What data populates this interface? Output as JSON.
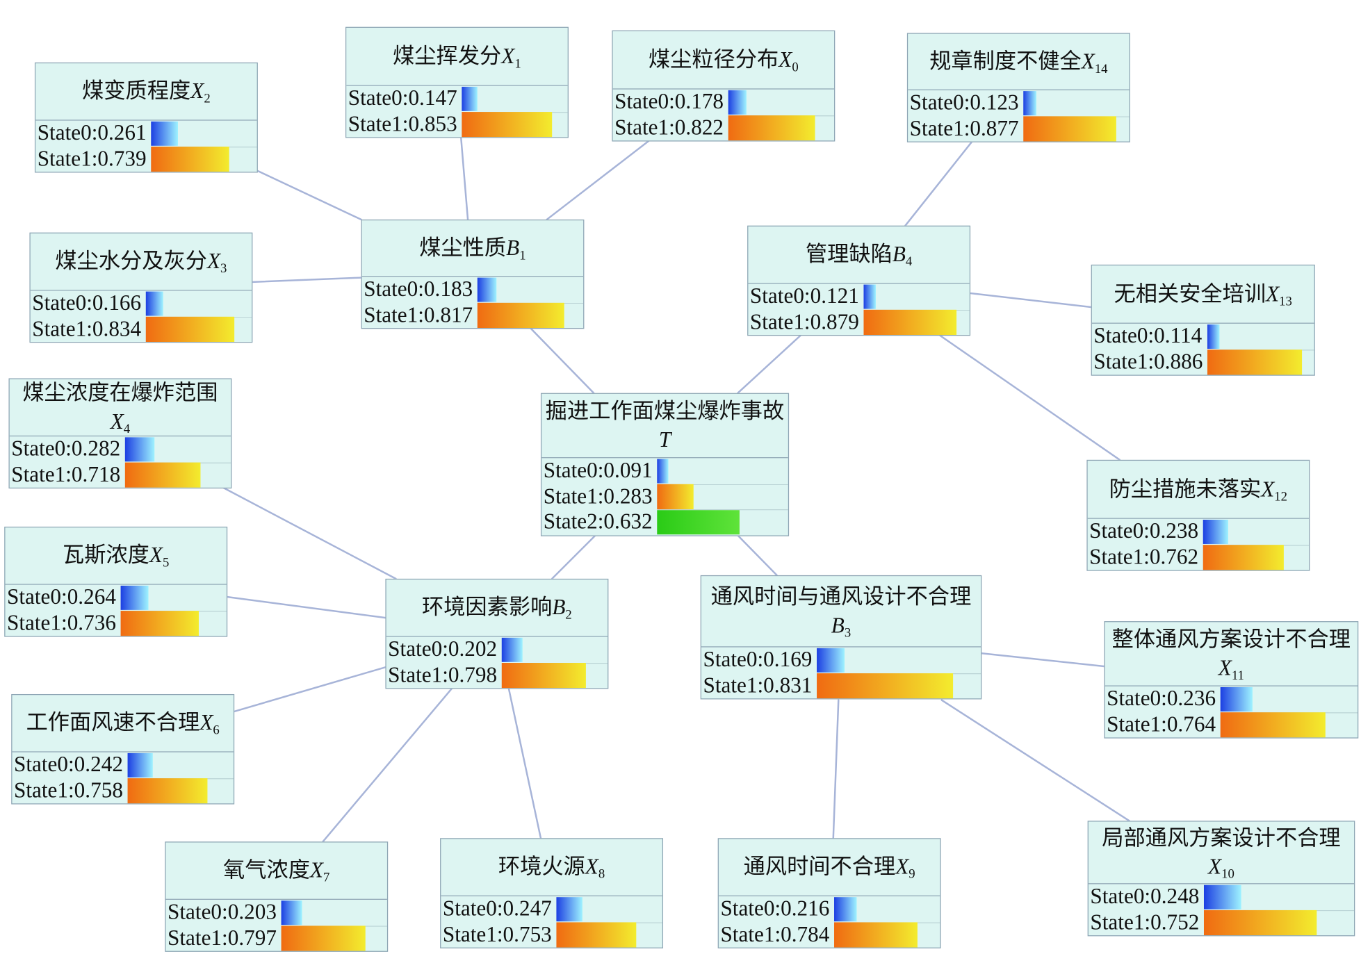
{
  "colors": {
    "node_fill": "#ddf5f2",
    "node_border": "#8ea5b4",
    "edge": "#a7b4d8",
    "state_bars": [
      [
        "#1c3fe2",
        "#9ef2ff"
      ],
      [
        "#f06b12",
        "#f3ec2e"
      ],
      [
        "#2acb16",
        "#5fe33a"
      ]
    ]
  },
  "nodes": [
    {
      "label": "煤变质程度",
      "symbol": "X",
      "sub": "2",
      "states": [
        {
          "state": "State0",
          "p": 0.261
        },
        {
          "state": "State1",
          "p": 0.739
        }
      ]
    },
    {
      "label": "煤尘挥发分",
      "symbol": "X",
      "sub": "1",
      "states": [
        {
          "state": "State0",
          "p": 0.147
        },
        {
          "state": "State1",
          "p": 0.853
        }
      ]
    },
    {
      "label": "煤尘粒径分布",
      "symbol": "X",
      "sub": "0",
      "states": [
        {
          "state": "State0",
          "p": 0.178
        },
        {
          "state": "State1",
          "p": 0.822
        }
      ]
    },
    {
      "label": "规章制度不健全",
      "symbol": "X",
      "sub": "14",
      "states": [
        {
          "state": "State0",
          "p": 0.123
        },
        {
          "state": "State1",
          "p": 0.877
        }
      ]
    },
    {
      "label": "煤尘水分及灰分",
      "symbol": "X",
      "sub": "3",
      "states": [
        {
          "state": "State0",
          "p": 0.166
        },
        {
          "state": "State1",
          "p": 0.834
        }
      ]
    },
    {
      "label": "煤尘性质",
      "symbol": "B",
      "sub": "1",
      "states": [
        {
          "state": "State0",
          "p": 0.183
        },
        {
          "state": "State1",
          "p": 0.817
        }
      ]
    },
    {
      "label": "管理缺陷",
      "symbol": "B",
      "sub": "4",
      "states": [
        {
          "state": "State0",
          "p": 0.121
        },
        {
          "state": "State1",
          "p": 0.879
        }
      ]
    },
    {
      "label": "无相关安全培训",
      "symbol": "X",
      "sub": "13",
      "states": [
        {
          "state": "State0",
          "p": 0.114
        },
        {
          "state": "State1",
          "p": 0.886
        }
      ]
    },
    {
      "label": "煤尘浓度在爆炸范围",
      "symbol": "X",
      "sub": "4",
      "states": [
        {
          "state": "State0",
          "p": 0.282
        },
        {
          "state": "State1",
          "p": 0.718
        }
      ]
    },
    {
      "label": "掘进工作面煤尘爆炸事故",
      "symbol": "T",
      "states": [
        {
          "state": "State0",
          "p": 0.091
        },
        {
          "state": "State1",
          "p": 0.283
        },
        {
          "state": "State2",
          "p": 0.632
        }
      ]
    },
    {
      "label": "防尘措施未落实",
      "symbol": "X",
      "sub": "12",
      "states": [
        {
          "state": "State0",
          "p": 0.238
        },
        {
          "state": "State1",
          "p": 0.762
        }
      ]
    },
    {
      "label": "瓦斯浓度",
      "symbol": "X",
      "sub": "5",
      "states": [
        {
          "state": "State0",
          "p": 0.264
        },
        {
          "state": "State1",
          "p": 0.736
        }
      ]
    },
    {
      "label": "环境因素影响",
      "symbol": "B",
      "sub": "2",
      "states": [
        {
          "state": "State0",
          "p": 0.202
        },
        {
          "state": "State1",
          "p": 0.798
        }
      ]
    },
    {
      "label": "通风时间与通风设计不合理",
      "symbol": "B",
      "sub": "3",
      "states": [
        {
          "state": "State0",
          "p": 0.169
        },
        {
          "state": "State1",
          "p": 0.831
        }
      ]
    },
    {
      "label": "整体通风方案设计不合理",
      "symbol": "X",
      "sub": "11",
      "states": [
        {
          "state": "State0",
          "p": 0.236
        },
        {
          "state": "State1",
          "p": 0.764
        }
      ]
    },
    {
      "label": "工作面风速不合理",
      "symbol": "X",
      "sub": "6",
      "states": [
        {
          "state": "State0",
          "p": 0.242
        },
        {
          "state": "State1",
          "p": 0.758
        }
      ]
    },
    {
      "label": "氧气浓度",
      "symbol": "X",
      "sub": "7",
      "states": [
        {
          "state": "State0",
          "p": 0.203
        },
        {
          "state": "State1",
          "p": 0.797
        }
      ]
    },
    {
      "label": "环境火源",
      "symbol": "X",
      "sub": "8",
      "states": [
        {
          "state": "State0",
          "p": 0.247
        },
        {
          "state": "State1",
          "p": 0.753
        }
      ]
    },
    {
      "label": "通风时间不合理",
      "symbol": "X",
      "sub": "9",
      "states": [
        {
          "state": "State0",
          "p": 0.216
        },
        {
          "state": "State1",
          "p": 0.784
        }
      ]
    },
    {
      "label": "局部通风方案设计不合理",
      "symbol": "X",
      "sub": "10",
      "states": [
        {
          "state": "State0",
          "p": 0.248
        },
        {
          "state": "State1",
          "p": 0.752
        }
      ]
    }
  ],
  "edges": [
    [
      "X2",
      "B1"
    ],
    [
      "X1",
      "B1"
    ],
    [
      "X0",
      "B1"
    ],
    [
      "X3",
      "B1"
    ],
    [
      "X14",
      "B4"
    ],
    [
      "X13",
      "B4"
    ],
    [
      "B4",
      "X12"
    ],
    [
      "B4",
      "T"
    ],
    [
      "B1",
      "T"
    ],
    [
      "T",
      "B2"
    ],
    [
      "T",
      "B3"
    ],
    [
      "X4",
      "B2"
    ],
    [
      "X5",
      "B2"
    ],
    [
      "X6",
      "B2"
    ],
    [
      "X7",
      "B2"
    ],
    [
      "X8",
      "B2"
    ],
    [
      "B3",
      "X9"
    ],
    [
      "B3",
      "X11"
    ],
    [
      "B3",
      "X10"
    ]
  ]
}
